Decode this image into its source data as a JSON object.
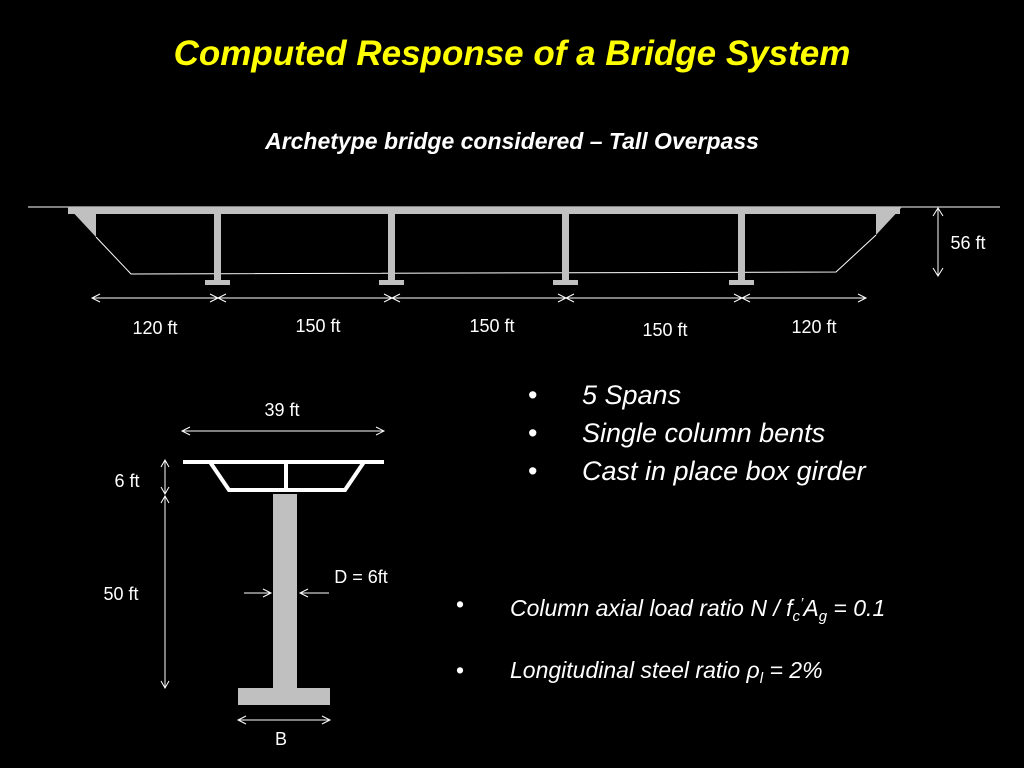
{
  "title": "Computed Response of a Bridge System",
  "subtitle": "Archetype bridge considered – Tall Overpass",
  "elevation": {
    "height_label": "56 ft",
    "span_labels": [
      "120 ft",
      "150 ft",
      "150 ft",
      "150 ft",
      "120 ft"
    ]
  },
  "section": {
    "width_label": "39 ft",
    "deck_depth_label": "6 ft",
    "column_height_label": "50 ft",
    "diameter_label": "D = 6ft",
    "footing_label": "B"
  },
  "bullets_main": [
    "5 Spans",
    "Single column bents",
    "Cast in place box girder"
  ],
  "axial": {
    "prefix": "Column axial load ratio N / f",
    "sub_c": "c",
    "sup_prime": "’",
    "a": "A",
    "sub_g": "g",
    "suffix": " = 0.1"
  },
  "steel": {
    "prefix": "Longitudinal steel ratio ρ",
    "sub_l": "l",
    "suffix": " = 2%"
  },
  "colors": {
    "title": "#ffff00",
    "structure": "#c0c0c0",
    "line": "#ffffff",
    "background": "#000000"
  }
}
